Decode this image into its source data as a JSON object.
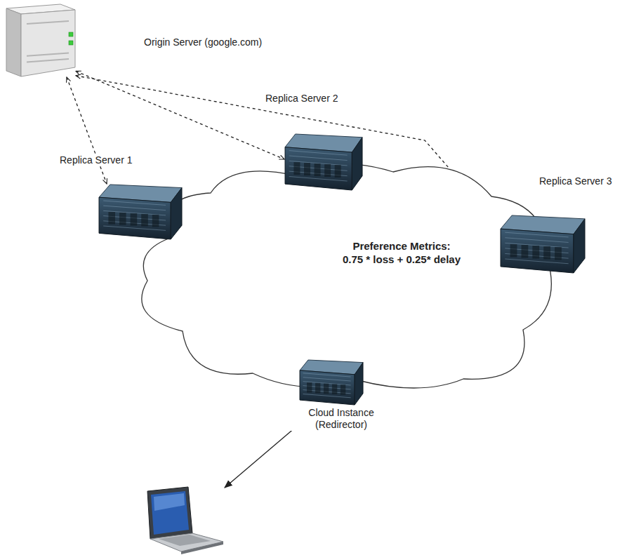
{
  "diagram": {
    "nodes": [
      {
        "text": [
          "Origin Server (google.com)"
        ]
      },
      {
        "text": [
          "Replica Server 2"
        ]
      },
      {
        "text": [
          "Replica Server 1"
        ]
      },
      {
        "text": [
          "Replica Server 3"
        ]
      },
      {
        "text": [
          "Preference Metrics: 0.75 * loss + 0.25* delay"
        ]
      },
      {
        "text": [
          "Cloud Instance (Redirector)"
        ]
      }
    ],
    "edges": [
      {
        "from": 0,
        "to": 2,
        "arrow": "both"
      },
      {
        "from": 0,
        "to": 1,
        "arrow": "both"
      },
      {
        "from": 0,
        "to": 3,
        "arrow": "both"
      },
      {
        "from": 2,
        "to": 5,
        "arrow": "both"
      },
      {
        "from": 1,
        "to": 5,
        "arrow": "both"
      },
      {
        "from": 3,
        "to": 5,
        "arrow": "both"
      }
    ]
  }
}
